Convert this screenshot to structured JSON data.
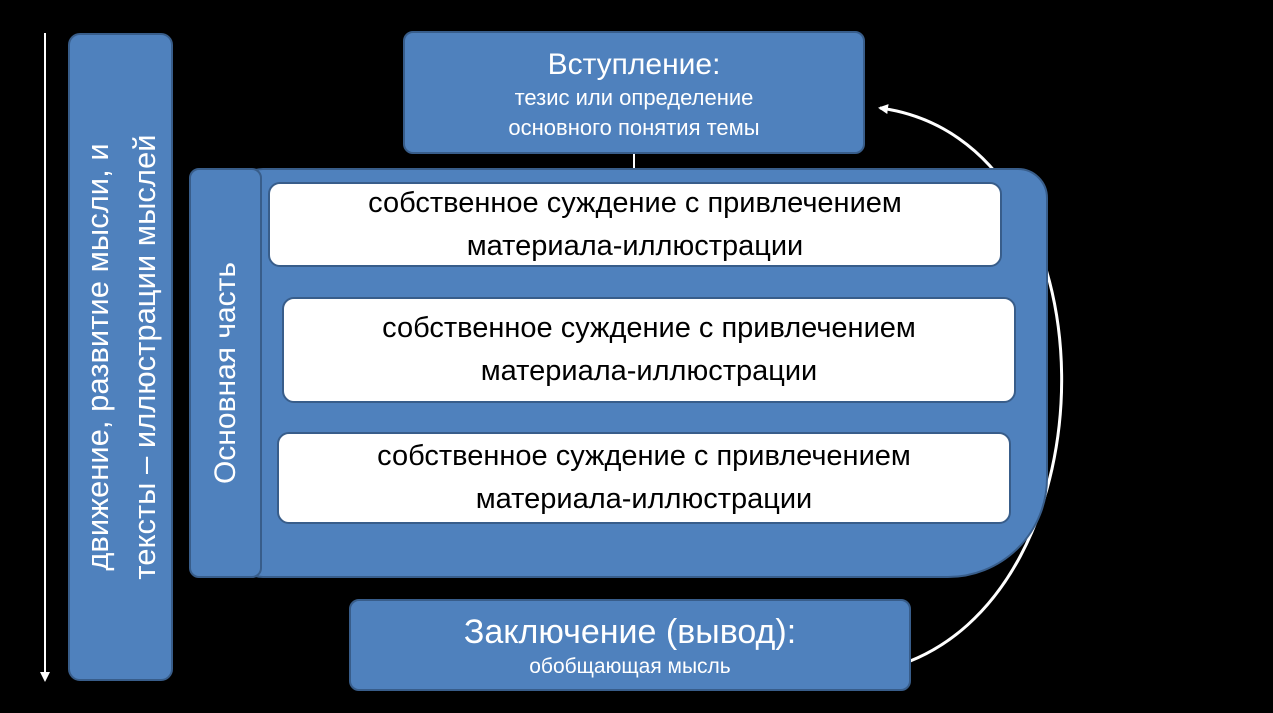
{
  "side": {
    "line1": "движение, развитие мысли, и",
    "line2": "тексты – иллюстрации мыслей"
  },
  "main_label": "Основная часть",
  "intro": {
    "title": "Вступление:",
    "sub_line1": "тезис или определение",
    "sub_line2": "основного понятия темы"
  },
  "cards": [
    {
      "line1": "собственное суждение с привлечением",
      "line2": "материала-иллюстрации"
    },
    {
      "line1": "собственное суждение с привлечением",
      "line2": "материала-иллюстрации"
    },
    {
      "line1": "собственное суждение с привлечением",
      "line2": "материала-иллюстрации"
    }
  ],
  "conclusion": {
    "title": "Заключение (вывод):",
    "sub": "обобщающая мысль"
  },
  "colors": {
    "background": "#000000",
    "box_fill": "#4f81bd",
    "box_border": "#385d8a",
    "card_fill": "#ffffff",
    "arrow": "#ffffff"
  }
}
